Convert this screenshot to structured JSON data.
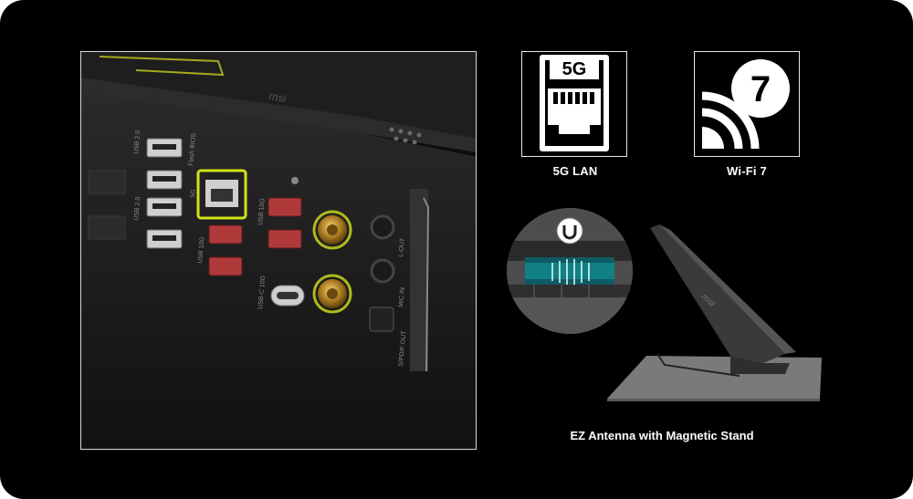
{
  "features": {
    "lan": {
      "badge": "5G",
      "label": "5G LAN",
      "icon": "ethernet-port-icon"
    },
    "wifi": {
      "badge": "7",
      "label": "Wi-Fi 7",
      "icon": "wifi-7-icon"
    }
  },
  "io_panel": {
    "brand": "msi",
    "port_labels": [
      "USB 2.0",
      "USB 2.0",
      "5G",
      "USB 10G",
      "USB 10G",
      "USB-C 10G",
      "Flash BIOS",
      "S/PDIF OUT",
      "MIC IN",
      "L-OUT"
    ],
    "highlight_color": "#d4e21a"
  },
  "antenna": {
    "caption": "EZ Antenna with Magnetic Stand",
    "brand": "msi",
    "magnet_icon": "magnet-icon"
  },
  "colors": {
    "background": "#000000",
    "accent": "#d4e21a",
    "usb_red": "#b03a3a"
  }
}
